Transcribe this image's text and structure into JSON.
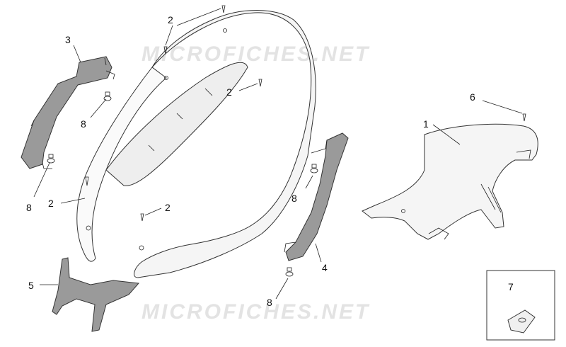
{
  "watermark": "MICROFICHES.NET",
  "callouts": {
    "c1": "1",
    "c2a": "2",
    "c2b": "2",
    "c2c": "2",
    "c2d": "2",
    "c3": "3",
    "c4": "4",
    "c5": "5",
    "c6": "6",
    "c7": "7",
    "c8a": "8",
    "c8b": "8",
    "c8c": "8",
    "c8d": "8"
  },
  "colors": {
    "shaded_part": "#9a9a9a",
    "light_part": "#f4f4f4",
    "watermark": "#e3e3e3"
  }
}
